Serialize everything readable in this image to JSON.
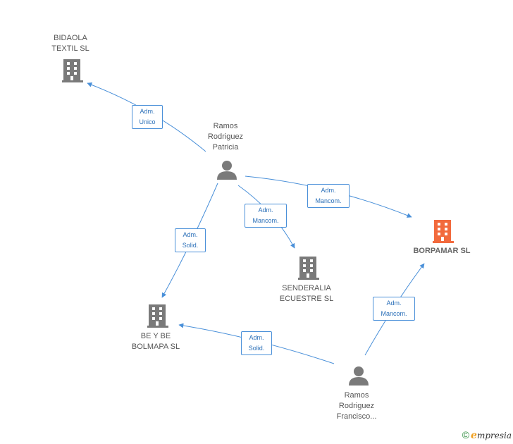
{
  "nodes": {
    "bidaola": {
      "lines": [
        "BIDAOLA",
        "TEXTIL SL"
      ],
      "kind": "company"
    },
    "ramos_patricia": {
      "lines": [
        "Ramos",
        "Rodriguez",
        "Patricia"
      ],
      "kind": "person"
    },
    "borpamar": {
      "lines": [
        "BORPAMAR SL"
      ],
      "kind": "company-focus"
    },
    "senderalia": {
      "lines": [
        "SENDERALIA",
        "ECUESTRE SL"
      ],
      "kind": "company"
    },
    "beybe": {
      "lines": [
        "BE Y BE",
        "BOLMAPA SL"
      ],
      "kind": "company"
    },
    "ramos_francisco": {
      "lines": [
        "Ramos",
        "Rodriguez",
        "Francisco..."
      ],
      "kind": "person"
    }
  },
  "edges": {
    "patricia_bidaola": {
      "lines": [
        "Adm.",
        "Unico"
      ]
    },
    "patricia_borpamar": {
      "lines": [
        "Adm.",
        "Mancom."
      ]
    },
    "patricia_senderalia": {
      "lines": [
        "Adm.",
        "Mancom."
      ]
    },
    "patricia_beybe": {
      "lines": [
        "Adm.",
        "Solid."
      ]
    },
    "francisco_beybe": {
      "lines": [
        "Adm.",
        "Solid."
      ]
    },
    "francisco_borpamar": {
      "lines": [
        "Adm.",
        "Mancom."
      ]
    }
  },
  "colors": {
    "edge": "#4a90d9",
    "company": "#7a7a7a",
    "company_focus": "#f26a3d",
    "person": "#7a7a7a"
  },
  "footer": {
    "copyright": "©",
    "brand_first": "e",
    "brand_rest": "mpresia"
  }
}
